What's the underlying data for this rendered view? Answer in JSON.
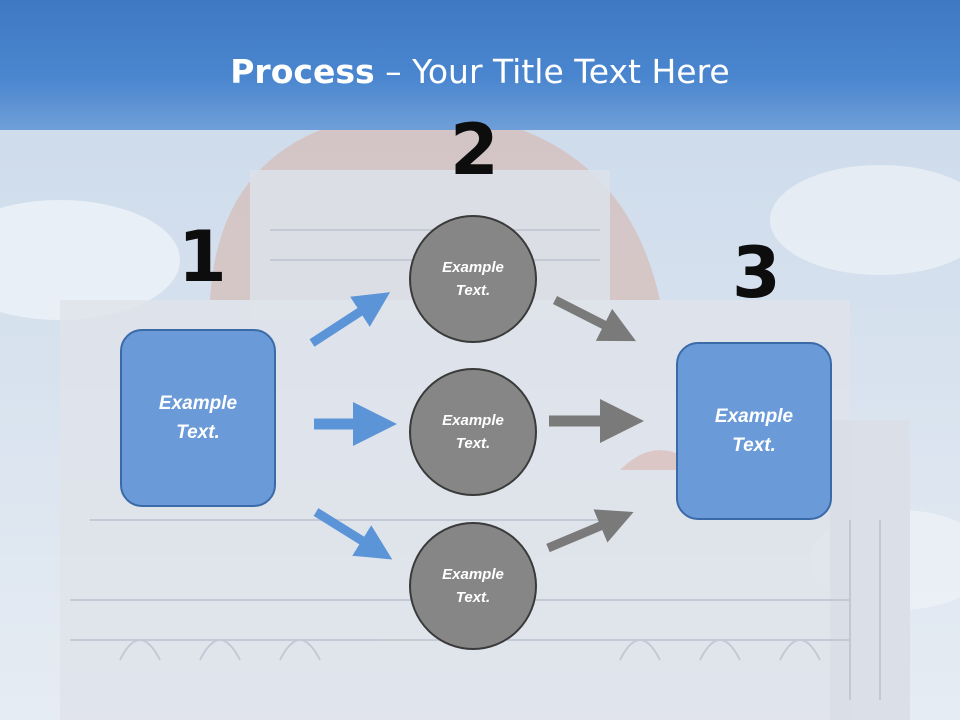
{
  "title": {
    "bold": "Process",
    "rest": " – Your Title Text Here"
  },
  "steps": [
    {
      "number": "1"
    },
    {
      "number": "2"
    },
    {
      "number": "3"
    }
  ],
  "left_box": {
    "label": "Example\nText."
  },
  "circles": [
    {
      "label": "Example\nText."
    },
    {
      "label": "Example\nText."
    },
    {
      "label": "Example\nText."
    }
  ],
  "right_box": {
    "label": "Example\nText."
  },
  "colors": {
    "header": "#4a86cf",
    "box_fill": "#6a9ad8",
    "circle_fill": "#868686",
    "blue_arrow": "#5b95d8",
    "gray_arrow": "#7a7a7a"
  }
}
